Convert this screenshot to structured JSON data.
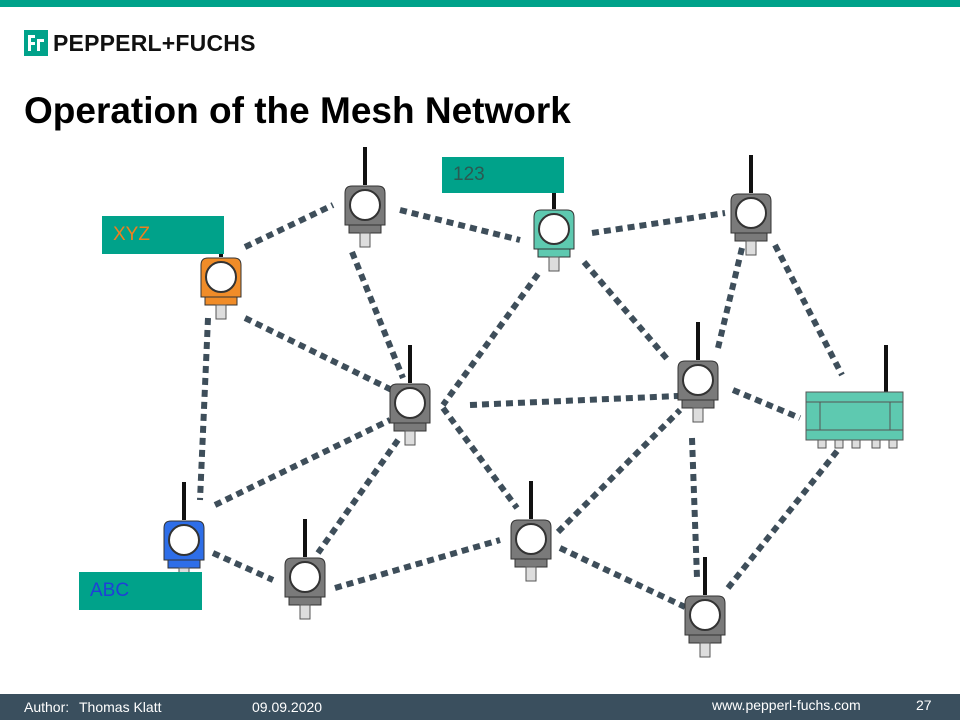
{
  "header": {
    "brand": "PEPPERL+FUCHS",
    "logo_icon": "pf-logo-icon",
    "title": "Operation of the Mesh Network",
    "accent_color": "#00a28a"
  },
  "tags": {
    "xyz": {
      "label": "XYZ",
      "text_color": "#f07f1e"
    },
    "abc": {
      "label": "ABC",
      "text_color": "#1f3fd8"
    },
    "num": {
      "label": "123",
      "text_color": "#2a5a52"
    }
  },
  "colors": {
    "device_default": "#7a7a7a",
    "device_xyz": "#f08c28",
    "device_abc": "#2e6ee8",
    "device_123": "#5ec9b0",
    "gateway": "#5ec9b0",
    "link": "#3e4e5a"
  },
  "footer": {
    "author_label": "Author:",
    "author": "Thomas Klatt",
    "date": "09.09.2020",
    "url": "www.pepperl-fuchs.com",
    "page": "27"
  }
}
